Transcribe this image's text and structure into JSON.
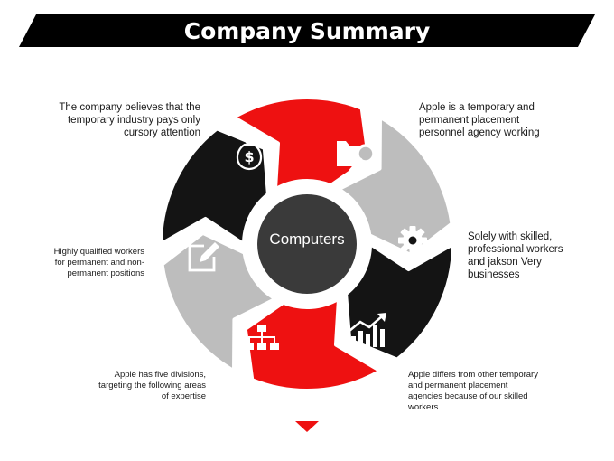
{
  "title": "Company Summary",
  "center_label": "Computers",
  "colors": {
    "red": "#ee1111",
    "gray": "#bdbdbd",
    "black": "#141414",
    "center": "#3a3a3a",
    "banner": "#000000"
  },
  "segments": [
    {
      "icon": "money-bag-icon",
      "color": "red"
    },
    {
      "icon": "folder-search-icon",
      "color": "gray"
    },
    {
      "icon": "gear-icon",
      "color": "black"
    },
    {
      "icon": "bar-chart-growth-icon",
      "color": "red"
    },
    {
      "icon": "org-chart-icon",
      "color": "gray"
    },
    {
      "icon": "edit-note-icon",
      "color": "black"
    }
  ],
  "texts": {
    "top_left": "The company believes that the temporary industry pays only cursory attention",
    "top_right": "Apple is a temporary and permanent placement personnel agency working",
    "right": "Solely with skilled, professional workers and jakson Very businesses",
    "bottom_right": "Apple differs from other temporary and permanent placement agencies because of our skilled workers",
    "bottom_left": "Apple has five divisions, targeting the following areas of expertise",
    "left": "Highly qualified workers for permanent and non-permanent positions"
  }
}
